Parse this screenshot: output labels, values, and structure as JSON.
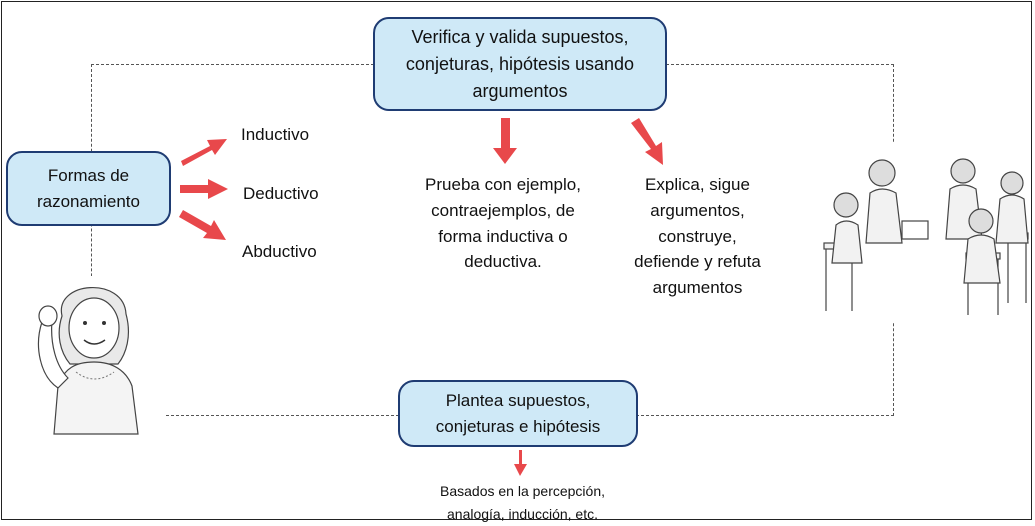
{
  "boxes": {
    "top": "Verifica y valida supuestos,\nconjeturas, hipótesis usando\nargumentos",
    "left": "Formas de\nrazonamiento",
    "bottom": "Plantea supuestos,\nconjeturas e hipótesis"
  },
  "reasoning_types": [
    "Inductivo",
    "Deductivo",
    "Abductivo"
  ],
  "middle_text": "Prueba con ejemplo,\ncontraejemplos, de\nforma inductiva o\ndeductiva.",
  "right_text": "Explica, sigue\nargumentos,\nconstruye,\ndefiende y refuta\nargumentos",
  "bottom_text": "Basados en la percepción,\nanalogía, inducción, etc.",
  "colors": {
    "box_fill": "#cfe9f7",
    "box_border": "#1f3c73",
    "arrow": "#e8484b"
  },
  "icons": [
    "girl-illustration",
    "students-group-illustration"
  ]
}
